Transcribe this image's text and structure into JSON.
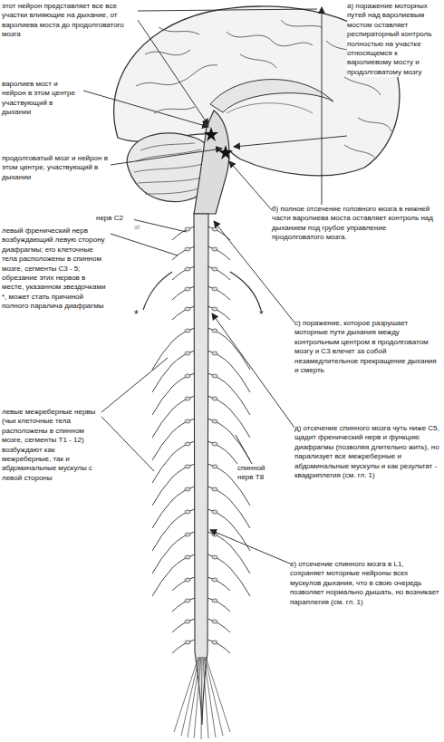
{
  "diagram": {
    "labels": [
      "этот нейрон представляет все все участки влияющие на дыхание, от варолиева моста до продолговатого мозга",
      "а) поражение моторных путей над варолиевым мостом оставляет респираторный контроль полностью на участке относящемся к варолиевому мосту и продолговатому мозгу",
      "варолиев мост и нейрон в этом центре участвующий в дыхании",
      "продолговатый мозг и нейрон в этом центре, участвующий в дыхании",
      "нерв C2",
      "al",
      "б) полное отсечение головного мозга в нижней части варолиева моста оставляет контроль над дыханием под грубое управление продолговатого мозга.",
      "левый френический нерв возбуждающий левую сторону диафрагмы; его клеточные тела расположены в спинном мозге, сегменты C3 - 5; обрезание этих нервов в месте, указанном звездочками *, может стать причиной полного паралича диафрагмы",
      "*",
      "*",
      "с) поражение, которое разрушает моторные пути дыхания между контрольным центром в продолговатом мозгу и C3 влечет за собой незамедлительное прекращение дыхания и смерть",
      "левые межреберные нервы (чьи клеточные тела расположены в спинном мозге, сегменты T1 - 12) возбуждают как межреберные, так и абдоминальные мускулы с левой стороны",
      "спинной нерв T8",
      "д) отсечение спинного мозга чуть ниже C5, щадит френический нерв и функцию диафрагмы (позволяя длительно жить), но парализует все межреберные и абдоминальные мускулы и как результат - квадриплегия (см. гл. 1)",
      "е) отсечение спинного мозга в L1, сохраняет моторные нейроны всех мускулов дыхания, что в свою очередь позволяет нормально дышать, но возникает параплегия (см. гл. 1)"
    ]
  }
}
